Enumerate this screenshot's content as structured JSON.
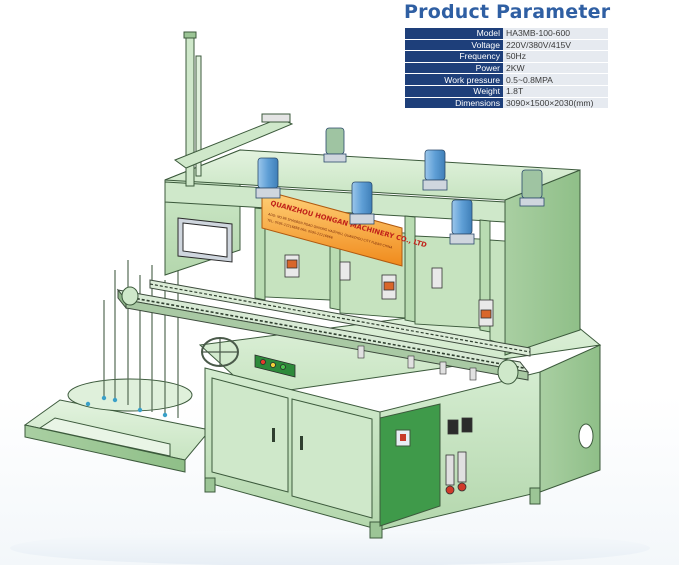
{
  "product_parameter": {
    "title": "Product Parameter",
    "rows": [
      {
        "label": "Model",
        "value": "HA3MB-100-600"
      },
      {
        "label": "Voltage",
        "value": "220V/380V/415V"
      },
      {
        "label": "Frequency",
        "value": "50Hz"
      },
      {
        "label": "Power",
        "value": "2KW"
      },
      {
        "label": "Work pressure",
        "value": "0.5~0.8MPA"
      },
      {
        "label": "Weight",
        "value": "1.8T"
      },
      {
        "label": "Dimensions",
        "value": "3090×1500×2030(mm)"
      }
    ]
  },
  "machine_sign": {
    "company": "QUANZHOU HONGAN MACHINERY CO., LTD",
    "address_lines": [
      "ADD: NO.98 SHAOBEN ROAD QIXIONG HAIZHOU, QUANZHOU CITY FUJIAN CHINA",
      "TEL: 0595-22216888   FAX: 0595-22216666"
    ]
  },
  "colors": {
    "title_blue": "#2f5fa3",
    "table_label_bg": "#1e3f7a",
    "table_value_bg": "#e6eaf0",
    "machine_green": "#bfe0b8",
    "machine_edge": "#3c5a3c",
    "motor_blue": "#6fa8d8",
    "sign_orange": "#f08a1c"
  }
}
